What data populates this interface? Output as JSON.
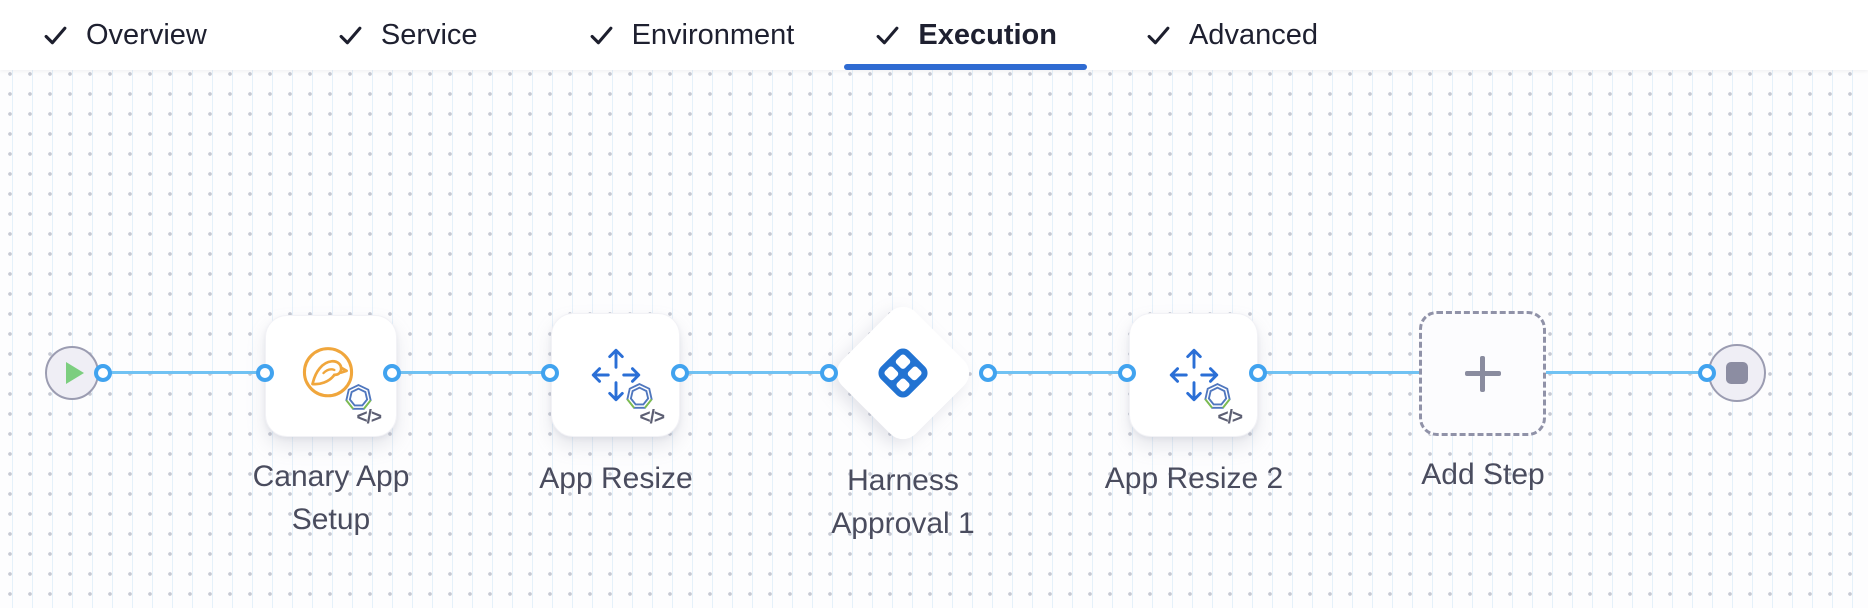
{
  "header": {
    "tabs": [
      {
        "label": "Overview",
        "checked": true,
        "active": false
      },
      {
        "label": "Service",
        "checked": true,
        "active": false
      },
      {
        "label": "Environment",
        "checked": true,
        "active": false
      },
      {
        "label": "Execution",
        "checked": true,
        "active": true
      },
      {
        "label": "Advanced",
        "checked": true,
        "active": false
      }
    ]
  },
  "pipeline": {
    "start_node": {
      "icon": "play-icon"
    },
    "end_node": {
      "icon": "stop-icon"
    },
    "steps": [
      {
        "label": "Canary App Setup",
        "icon": "canary-bird-icon",
        "badge": "hexagon-gear-badge",
        "code_toggle": "</>"
      },
      {
        "label": "App Resize",
        "icon": "resize-arrows-icon",
        "badge": "hexagon-gear-badge",
        "code_toggle": "</>"
      },
      {
        "label": "Harness Approval 1",
        "icon": "harness-logo-icon",
        "shape": "diamond"
      },
      {
        "label": "App Resize 2",
        "icon": "resize-arrows-icon",
        "badge": "hexagon-gear-badge",
        "code_toggle": "</>"
      },
      {
        "label": "Add Step",
        "icon": "plus-icon",
        "shape": "dashed"
      }
    ]
  },
  "colors": {
    "accent_blue": "#2F6BD2",
    "connector_blue": "#70C2F3",
    "port_blue": "#41A3EF",
    "harness_blue": "#2273D2",
    "canary_orange": "#F0A63C",
    "play_green": "#7CCE7F",
    "stop_gray": "#8C8DA2",
    "label_text": "#4A4C5E",
    "tab_text": "#1E2030"
  }
}
